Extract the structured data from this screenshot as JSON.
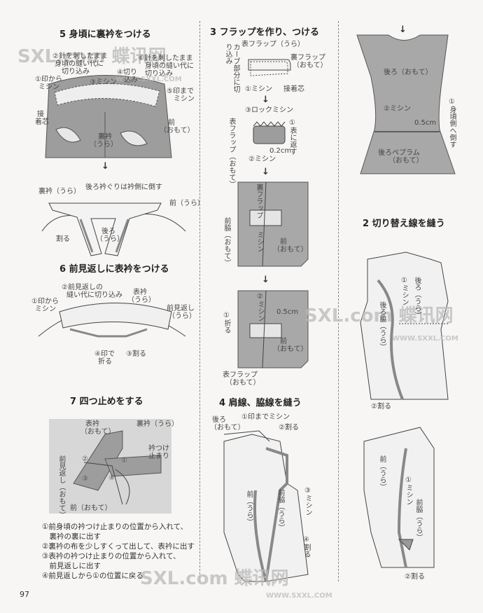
{
  "watermark": {
    "logo": "SXL.com 蝶讯网",
    "url": "WWW.SXXL.COM"
  },
  "page_number": "97",
  "sec5": {
    "title": "5 身頃に裏衿をつける",
    "l1": "②針を刺したまま",
    "l1b": "身頃の縫い代に",
    "l1c": "切り込み",
    "l2": "⑥針を刺したまま",
    "l2b": "身頃の縫い代に",
    "l2c": "切り込み",
    "l3": "①印から",
    "l3b": "ミシン",
    "l4": "③ミシン",
    "l5": "④切り",
    "l5b": "込み",
    "l6": "⑤印まで",
    "l6b": "ミシン",
    "l7": "接",
    "l7b": "着芯",
    "l8": "裏衿",
    "l8b": "（うら）",
    "l9": "前",
    "l9b": "（おもて）",
    "s1": "裏衿（うら）",
    "s2": "後ろ衿ぐりは衿側に倒す",
    "s3": "前（うら）",
    "s4": "割る",
    "s5": "後ろ",
    "s5b": "（うら）"
  },
  "sec6": {
    "title": "6 前見返しに表衿をつける",
    "l1": "②前見返しの",
    "l1b": "縫い代に切り込み",
    "l2": "表衿",
    "l2b": "（うら）",
    "l3": "①印から",
    "l3b": "ミシン",
    "l4": "前見返し",
    "l4b": "（うら）",
    "l5": "④印で",
    "l5b": "折る",
    "l6": "③割る"
  },
  "sec7": {
    "title": "7 四つ止めをする",
    "l1": "表衿",
    "l1b": "（おもて）",
    "l2": "裏衿（うら）",
    "l3": "衿つけ",
    "l3b": "止まり",
    "l4": "前見返し（おもて）",
    "l5": "前（おもて）",
    "c1": "①",
    "c2": "②",
    "c3": "③",
    "c4": "④",
    "notes": [
      "①前身頃の衿つけ止まりの位置から入れて、",
      "　裏衿の裏に出す",
      "②裏衿の布を少しすくって出して、表衿に出す",
      "③表衿の衿つけ止まりの位置から入れて、",
      "　前見返しに出す",
      "④前見返しから①の位置に戻る"
    ]
  },
  "sec3": {
    "title": "3 フラップを作り、つける",
    "l1": "表フラップ（うら）",
    "l2": "裏フラップ",
    "l2b": "（おもて）",
    "l3": "カーブ部分に切り込み",
    "l4": "①ミシン",
    "l5": "接着芯",
    "l6": "③ロックミシン",
    "l7": "表フラップ（おもて）",
    "l8": "①表に返す",
    "l9": "0.2cm",
    "l10": "②ミシン",
    "l11": "裏フラップ",
    "l12": "前脇（おもて）",
    "l13": "ミシン",
    "l14": "前",
    "l14b": "（おもて）",
    "l15": "②ミシン",
    "l16": "0.5cm",
    "l17": "①折る",
    "l18": "前",
    "l18b": "（おもて）",
    "l19": "表フラップ",
    "l19b": "（おもて）"
  },
  "sec4": {
    "title": "4 肩線、脇線を縫う",
    "l1": "後ろ",
    "l1b": "（おもて）",
    "l2": "①印までミシン",
    "l3": "②割る",
    "l4": "前（うら）",
    "l5": "前脇（うら）",
    "l6": "③ミシン",
    "l7": "④割る"
  },
  "secR": {
    "l1": "後ろ（おもて）",
    "l2": "②ミシン",
    "l3": "①身頃側へ倒す",
    "l4": "0.5cm",
    "l5": "後ろペプラム",
    "l5b": "（おもて）"
  },
  "sec2": {
    "title": "2 切り替え線を縫う",
    "l1": "①ミシン",
    "l2": "後ろ（うら）",
    "l3": "後ろ脇（うら）",
    "l4": "②割る",
    "l5": "前（うら）",
    "l6": "①ミシン",
    "l7": "前脇（うら）",
    "l8": "②割る"
  }
}
